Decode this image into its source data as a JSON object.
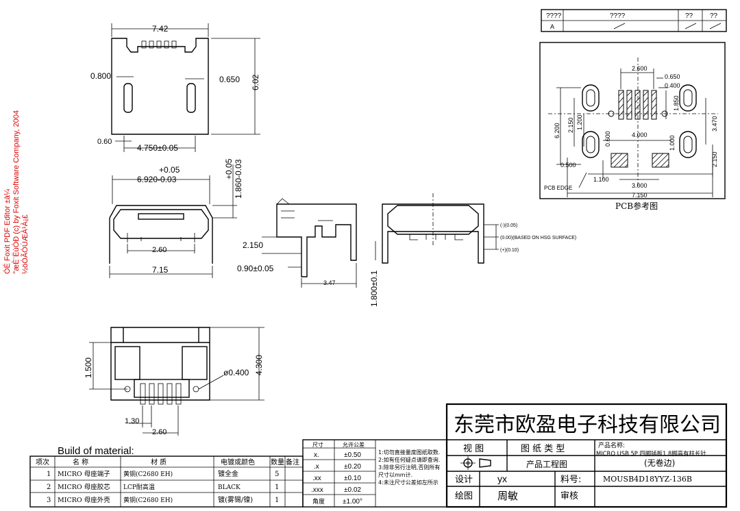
{
  "watermark": [
    "ÓÉ Foxit PDF Editor ±à¼­",
    "°æÈ¨ËùÓÐ (c) by Foxit Software Company, 2004",
    "½öÓÃÓÚÆÀ¹À¡£"
  ],
  "revision_table": {
    "headers": [
      "????",
      "????",
      "??",
      "??"
    ],
    "row": [
      "A",
      "",
      "",
      ""
    ]
  },
  "pcb": {
    "caption": "PCB参考图",
    "dims": [
      "2.600",
      "0.650",
      "0.400",
      "1.850",
      "6.200",
      "2.150",
      "1.200",
      "0.600",
      "4.000",
      "3.470",
      "1.000",
      "0.500",
      "2.150",
      "1.100",
      "3.000",
      "7.150"
    ],
    "edge_label": "PCB  EDGE"
  },
  "top_view": {
    "dims": [
      "7.42",
      "0.800",
      "0.650",
      "6.02",
      "0.60",
      "4.750±0.05"
    ]
  },
  "front_view": {
    "dims": [
      "+0.05",
      "6.920-0.03",
      "+0.05",
      "1.860-0.03",
      "2.60",
      "7.15"
    ]
  },
  "side_view": {
    "dims": [
      "2.150",
      "0.90±0.05",
      "3.47",
      "1.800±0.1"
    ]
  },
  "section_view": {
    "notes": [
      "(-)(0.05)",
      "(0.00)(BASED ON HSG SURFACE)",
      "(+)(0.10)"
    ]
  },
  "bottom_view": {
    "dims": [
      "1.500",
      "4.300",
      "ø0.400",
      "1.30",
      "2.60"
    ]
  },
  "bom": {
    "title": "Build of material:",
    "headers": [
      "项次",
      "名   称",
      "材   质",
      "电镀或颜色",
      "数量",
      "备注"
    ],
    "rows": [
      [
        "1",
        "MICRO 母座端子",
        "黄铜(C2680 EH)",
        "镀全金",
        "5",
        ""
      ],
      [
        "2",
        "MICRO 母座胶芯",
        "LCP耐高温",
        "BLACK",
        "1",
        ""
      ],
      [
        "3",
        "MICRO 母座外壳",
        "黄铜(C2680 EH)",
        "镀(雾锡/镍)",
        "1",
        ""
      ]
    ]
  },
  "tolerance": {
    "headers": [
      "尺寸",
      "允许公差"
    ],
    "rows": [
      [
        "x.",
        "±0.50"
      ],
      [
        ".x",
        "±0.20"
      ],
      [
        ".xx",
        "±0.10"
      ],
      [
        ".xxx",
        "±0.02"
      ],
      [
        "角度",
        "±1.00°"
      ]
    ],
    "notes": [
      "1:切勿直接量度图纸取数.",
      "2:如有任何疑点请即查询.",
      "3:除非另行注明,否则所有",
      "  尺寸以mm计.",
      "4:未注尺寸公差如左所示"
    ]
  },
  "title_block": {
    "company": "东莞市欧盈电子科技有限公司",
    "view_label": "视    图",
    "drawing_type_label": "图 纸 类 型",
    "drawing_type": "产品工程图",
    "product_name_label": "产品名称:",
    "product_name": "MICRO USB 5P 四脚插板1.8脚高有柱长针",
    "product_name_2": "(无卷边)",
    "design_label": "设计",
    "designer": "yx",
    "part_no_label": "料号:",
    "part_no": "MOUSB4D18YYZ-136B",
    "draw_label": "绘图",
    "drafter": "周敏",
    "review_label": "审核"
  }
}
